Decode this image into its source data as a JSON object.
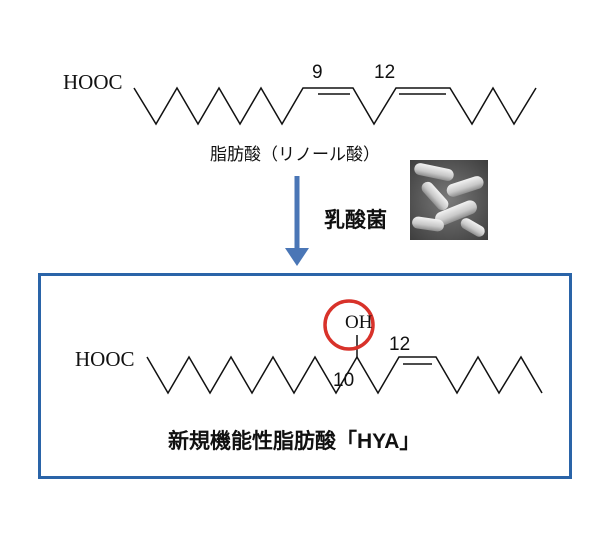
{
  "top_molecule": {
    "hooc": "HOOC",
    "double_bond_1": "9",
    "double_bond_2": "12",
    "name": "脂肪酸（リノール酸）"
  },
  "conversion": {
    "agent_label": "乳酸菌",
    "arrow_color": "#4a76b6",
    "photo": "lactic-acid-bacteria-micrograph"
  },
  "bottom_molecule": {
    "hooc": "HOOC",
    "hydroxyl": "OH",
    "hydroxyl_position": "10",
    "double_bond": "12",
    "name": "新規機能性脂肪酸「HYA」",
    "box_color": "#2a64a8",
    "highlight_color": "#d8322a"
  }
}
